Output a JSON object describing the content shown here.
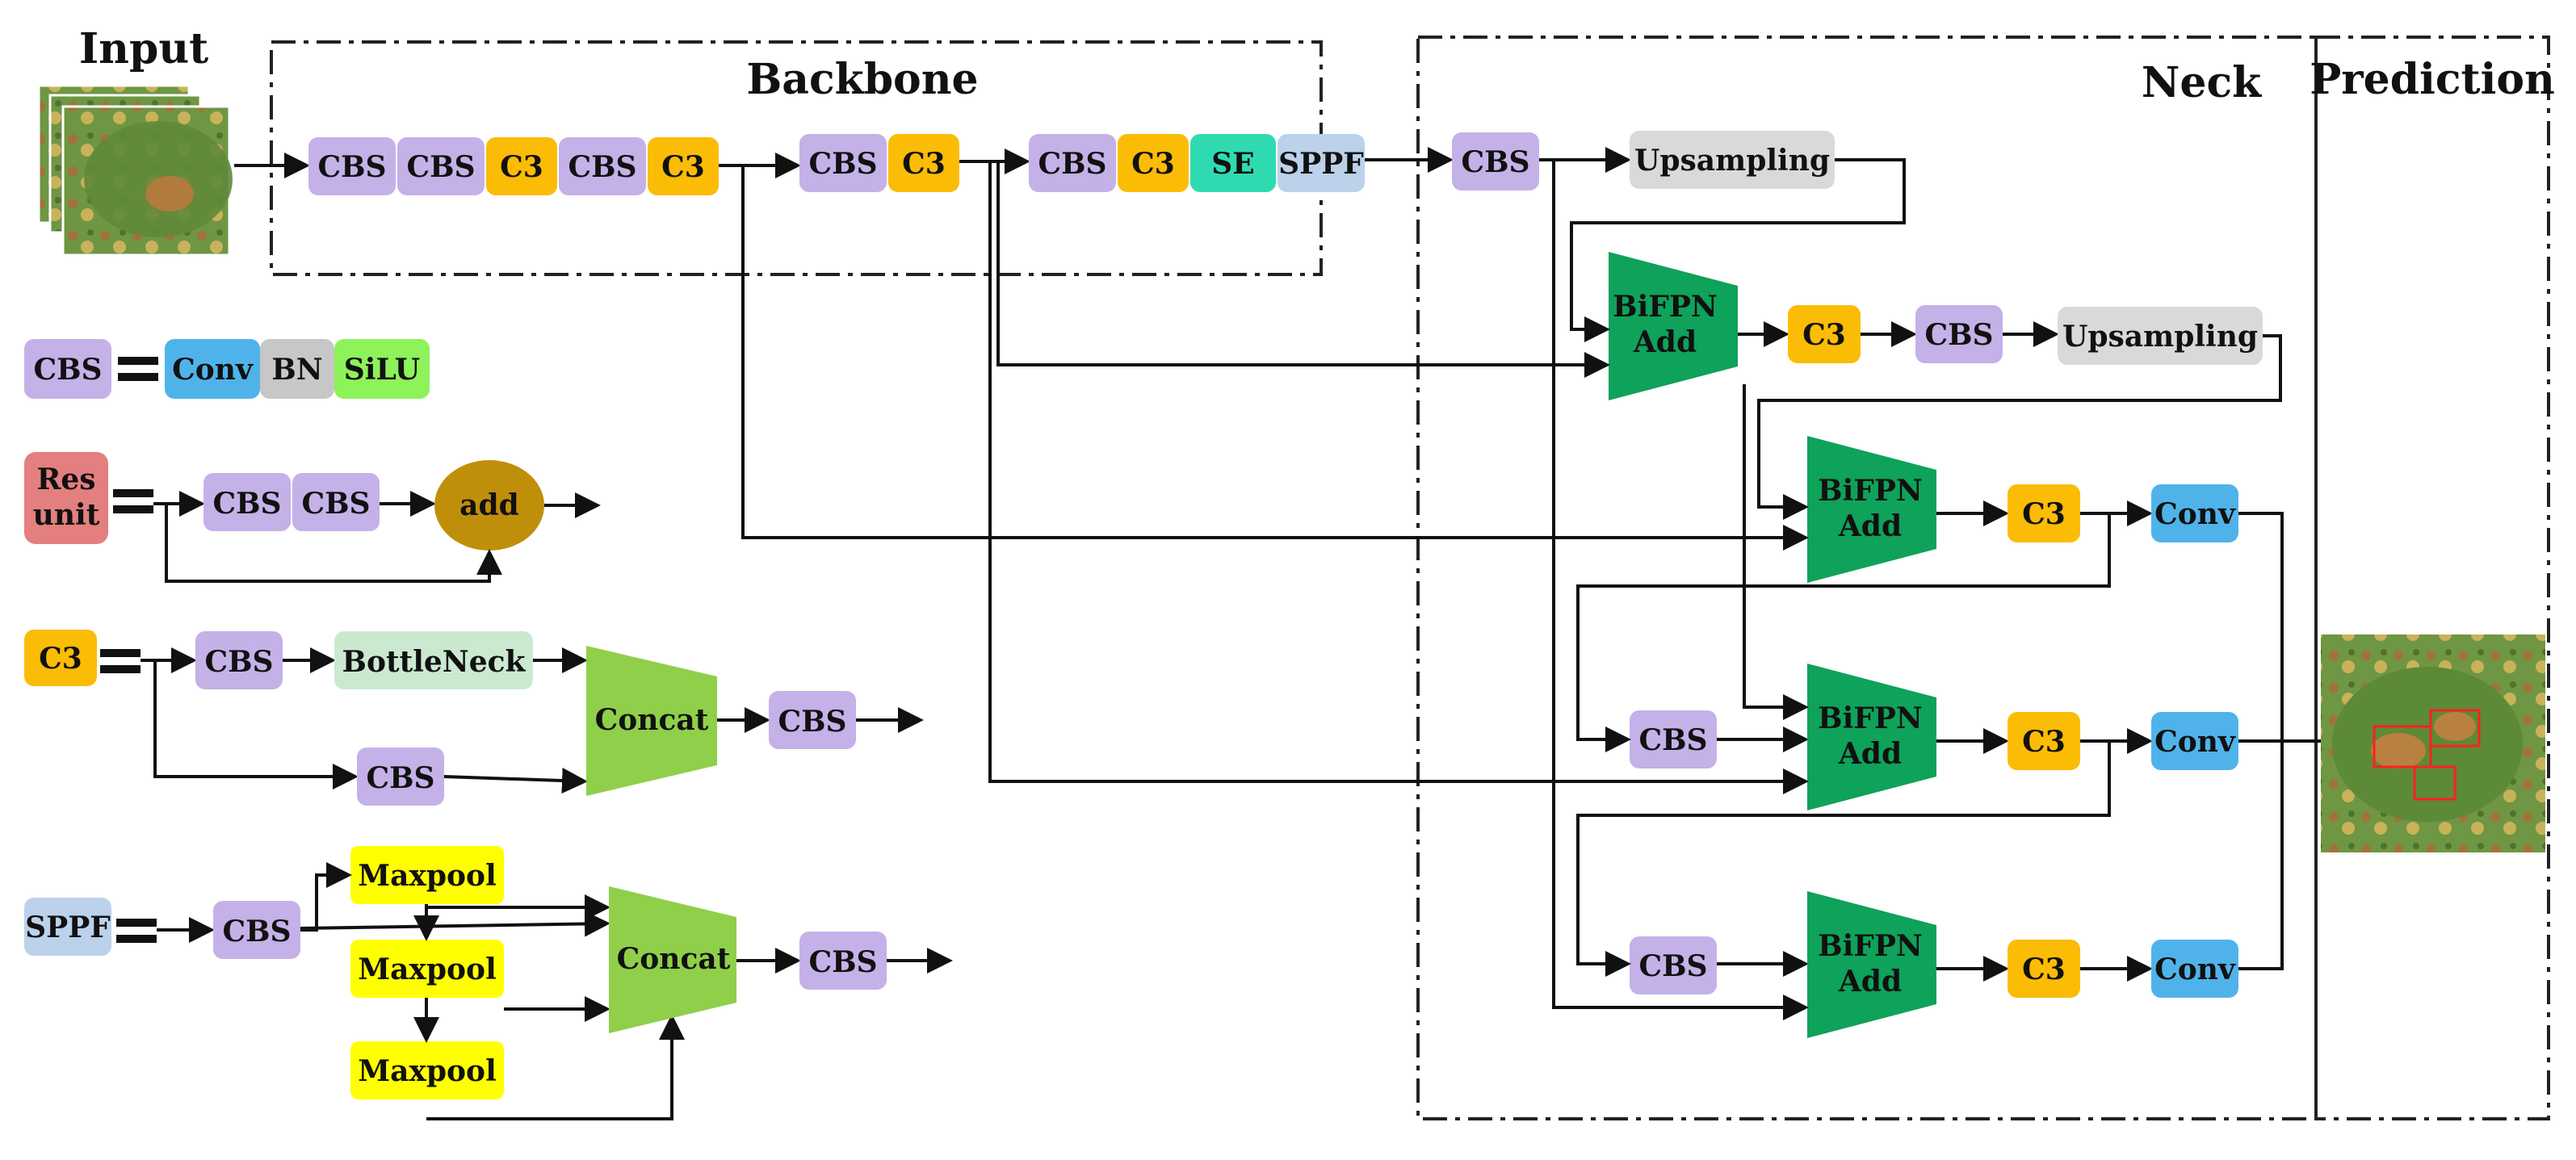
{
  "sections": {
    "input": "Input",
    "backbone": "Backbone",
    "neck": "Neck",
    "prediction": "Prediction"
  },
  "modules": {
    "cbs": "CBS",
    "c3": "C3",
    "se": "SE",
    "sppf": "SPPF",
    "conv": "Conv",
    "bn": "BN",
    "silu": "SiLU",
    "res_unit": "Res unit",
    "add": "add",
    "bottleneck": "BottleNeck",
    "concat": "Concat",
    "maxpool": "Maxpool",
    "upsampling": "Upsampling",
    "bifpn_add": "BiFPN Add"
  },
  "colors": {
    "cbs": "#c4b1e8",
    "c3": "#fbbc05",
    "se": "#2edbb1",
    "sppf": "#bcd1ea",
    "conv": "#4fb3ea",
    "bn": "#c7c7c7",
    "silu": "#8ef25a",
    "res_unit": "#e47f7f",
    "add": "#c08f0a",
    "bottleneck": "#cbe9cf",
    "concat": "#8fcf4a",
    "maxpool": "#ffff00",
    "upsampling": "#d9d9d9",
    "bifpn": "#0ea25a",
    "leaf": "#6f9642"
  }
}
